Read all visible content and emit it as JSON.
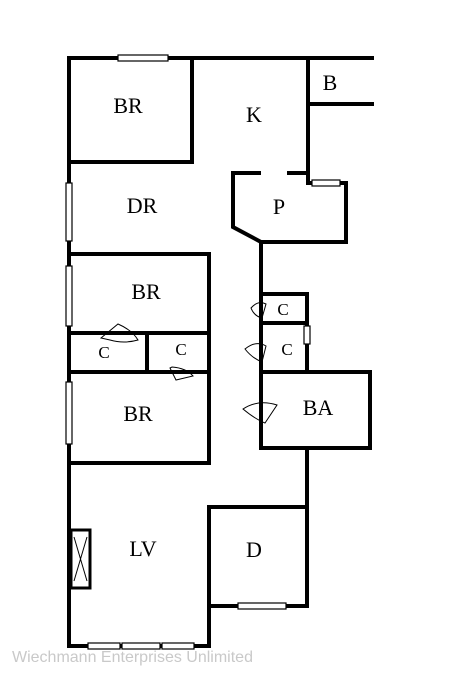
{
  "rooms": {
    "br_top": "BR",
    "kitchen": "K",
    "b": "B",
    "dining": "DR",
    "pantry": "P",
    "br_middle": "BR",
    "closet_upper_right": "C",
    "closet_lower_right": "C",
    "closet_left": "C",
    "closet_center": "C",
    "br_lower": "BR",
    "bath": "BA",
    "living": "LV",
    "d": "D"
  },
  "watermark": "Wiechmann Enterprises Unlimited"
}
